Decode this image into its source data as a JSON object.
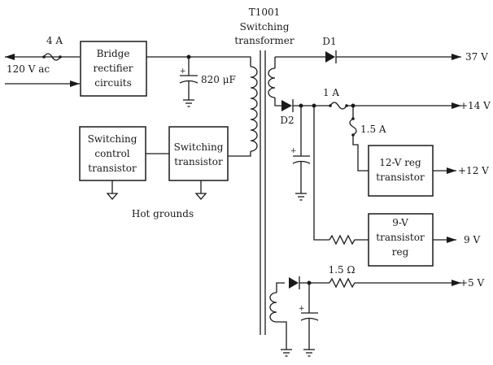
{
  "transformer": {
    "ref": "T1001",
    "name_line1": "Switching",
    "name_line2": "transformer"
  },
  "input": {
    "label": "120 V ac",
    "fuse": "4 A"
  },
  "blocks": {
    "bridge": [
      "Bridge",
      "rectifier",
      "circuits"
    ],
    "control": [
      "Switching",
      "control",
      "transistor"
    ],
    "switching": [
      "Switching",
      "transistor"
    ],
    "reg12": [
      "12-V reg",
      "transistor"
    ],
    "reg9": [
      "9-V",
      "transistor",
      "reg"
    ]
  },
  "components": {
    "filter_cap": "820 μF",
    "diode1": "D1",
    "diode2": "D2",
    "fuse_1a": "1 A",
    "fuse_15a": "1.5 A",
    "resistor_5v": "1.5 Ω"
  },
  "hot_grounds_label": "Hot grounds",
  "outputs": {
    "v37": "37 V",
    "v14": "+14 V",
    "v12": "+12 V",
    "v9": "9 V",
    "v5": "+5 V"
  }
}
